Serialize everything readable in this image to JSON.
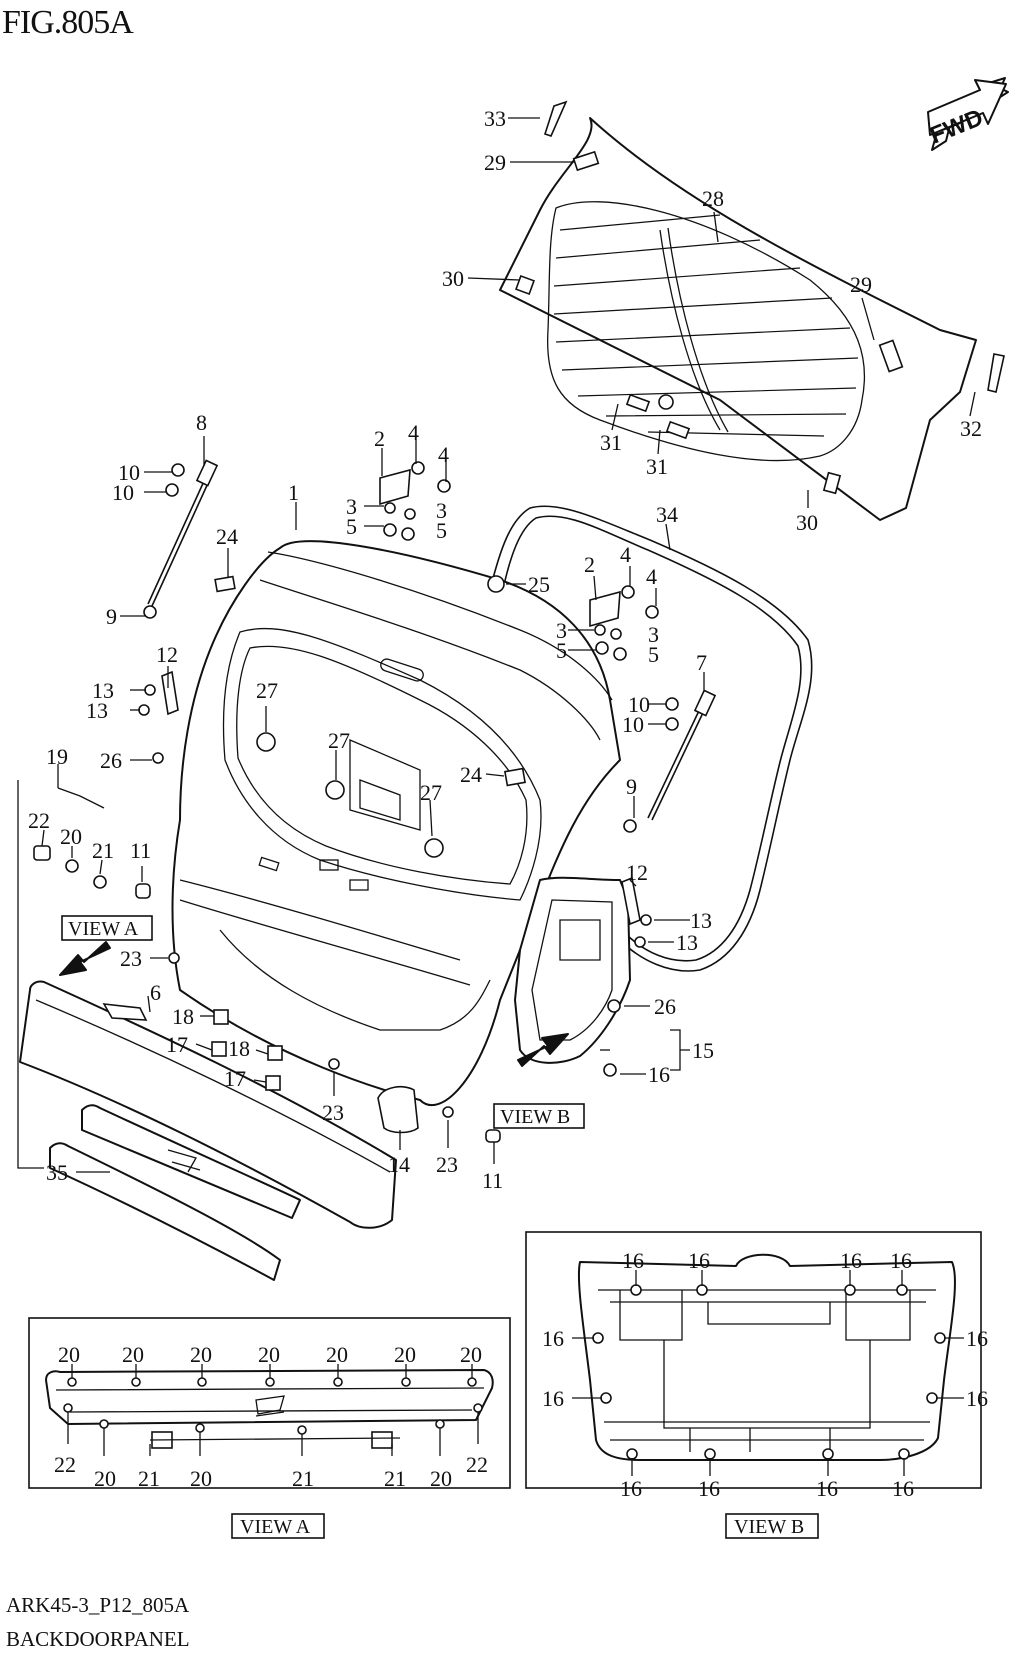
{
  "figure": {
    "title": "FIG.805A",
    "fwd_label": "FWD",
    "code": "ARK45-3_P12_805A",
    "name": "BACKDOORPANEL"
  },
  "views": {
    "view_a": "VIEW A",
    "view_b": "VIEW B"
  },
  "callouts": {
    "main": [
      "33",
      "29",
      "28",
      "29",
      "30",
      "32",
      "31",
      "31",
      "30",
      "8",
      "2",
      "4",
      "4",
      "1",
      "10",
      "10",
      "3",
      "3",
      "5",
      "5",
      "34",
      "24",
      "25",
      "2",
      "4",
      "4",
      "9",
      "3",
      "3",
      "5",
      "5",
      "12",
      "13",
      "13",
      "27",
      "7",
      "10",
      "10",
      "27",
      "26",
      "19",
      "24",
      "27",
      "22",
      "20",
      "21",
      "11",
      "9",
      "12",
      "13",
      "13",
      "23",
      "26",
      "6",
      "18",
      "17",
      "18",
      "17",
      "15",
      "16",
      "23",
      "14",
      "23",
      "11",
      "35"
    ],
    "view_a_top": [
      "20",
      "20",
      "20",
      "20",
      "20",
      "20",
      "20"
    ],
    "view_a_bottom": [
      "22",
      "20",
      "21",
      "20",
      "21",
      "21",
      "20",
      "22"
    ],
    "view_b_top": [
      "16",
      "16",
      "16",
      "16"
    ],
    "view_b_sides": [
      "16",
      "16",
      "16",
      "16"
    ],
    "view_b_bottom": [
      "16",
      "16",
      "16",
      "16"
    ]
  }
}
